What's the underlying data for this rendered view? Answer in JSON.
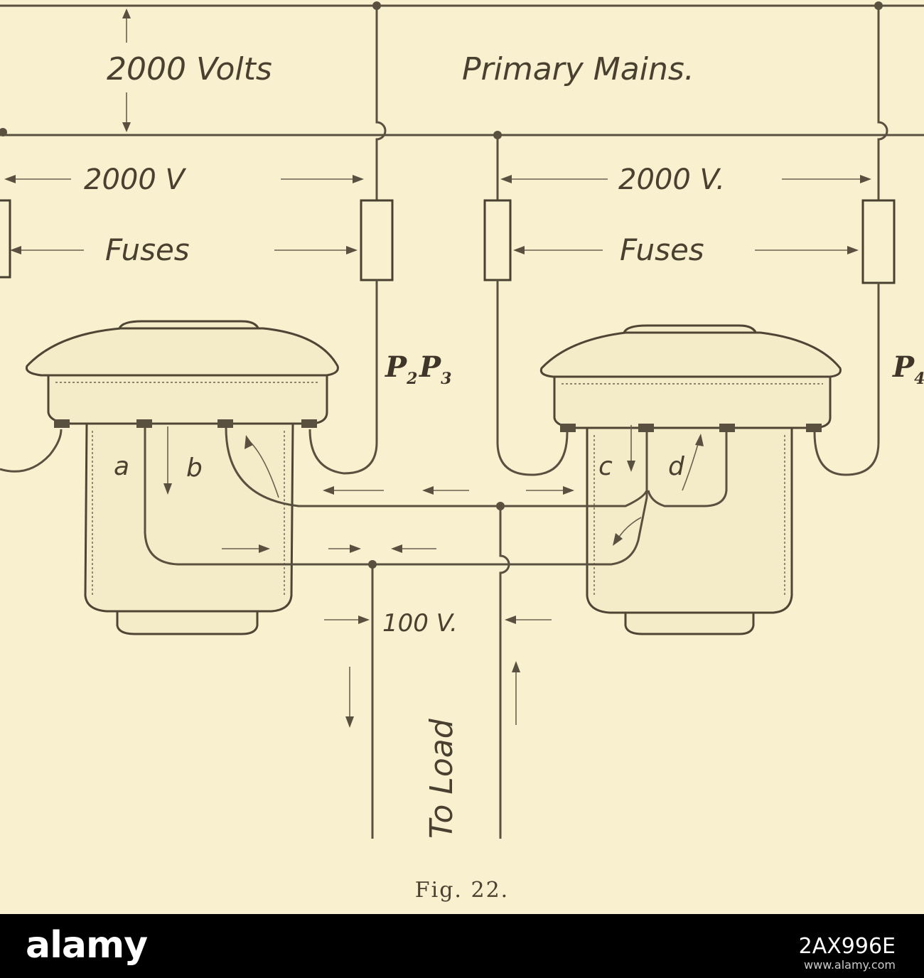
{
  "labels": {
    "volts_primary": "2000 Volts",
    "primary_mains": "Primary Mains.",
    "volts_left": "2000 V",
    "volts_right": "2000 V.",
    "fuses_left": "Fuses",
    "fuses_right": "Fuses",
    "p2": "P",
    "p2_sub": "2",
    "p3": "P",
    "p3_sub": "3",
    "p4": "P",
    "p4_sub": "4",
    "coil_a": "a",
    "coil_b": "b",
    "coil_c": "c",
    "coil_d": "d",
    "secondary_volts": "100 V.",
    "to_load": "To Load",
    "caption": "Fig. 22."
  },
  "watermark": {
    "logo": "alamy",
    "image_id": "2AX996E",
    "url": "www.alamy.com"
  },
  "colors": {
    "paper": "#f8f0cf",
    "ink": "#4a4030",
    "bar": "#000000"
  }
}
